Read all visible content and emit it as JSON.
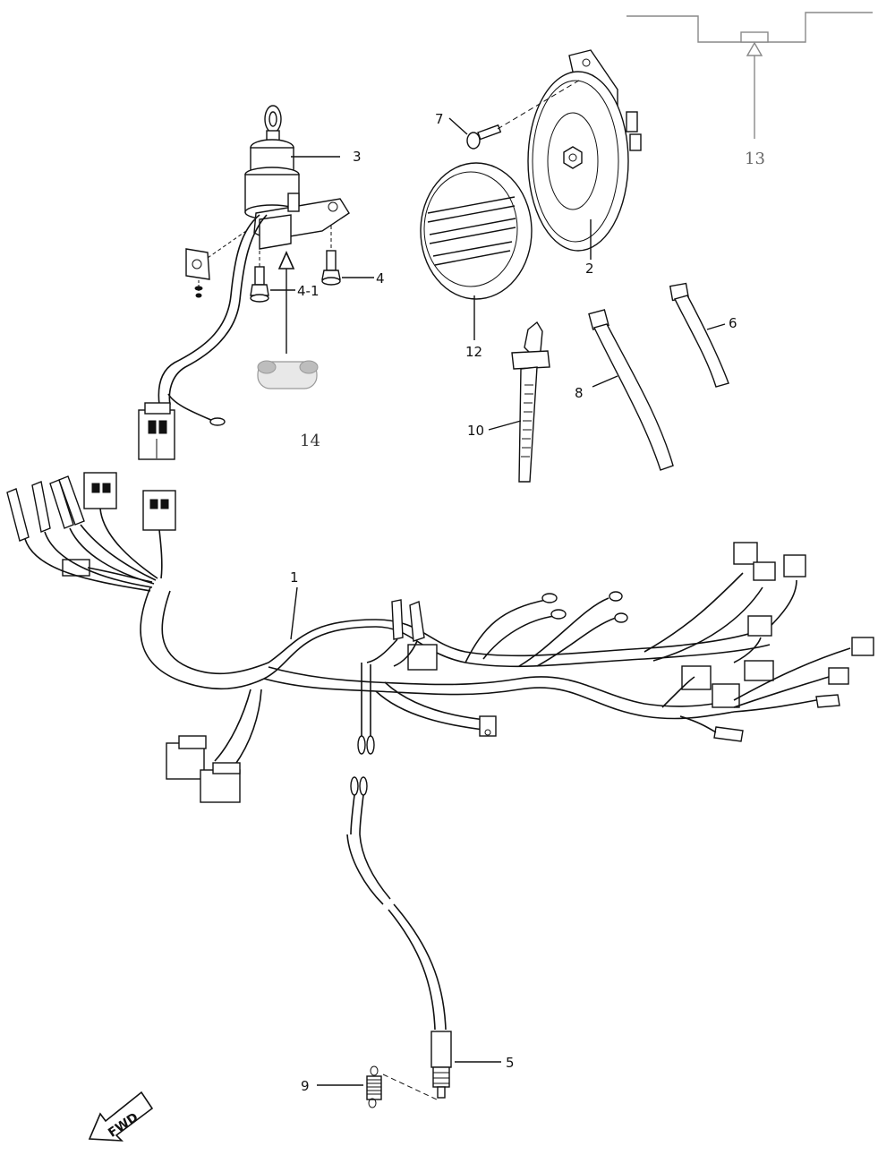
{
  "callouts": {
    "c1": "1",
    "c2": "2",
    "c3": "3",
    "c4": "4",
    "c4_1": "4-1",
    "c5": "5",
    "c6": "6",
    "c7": "7",
    "c8": "8",
    "c9": "9",
    "c10": "10",
    "c12": "12",
    "c13": "13",
    "c14": "14"
  },
  "fwd_label": "FWD"
}
